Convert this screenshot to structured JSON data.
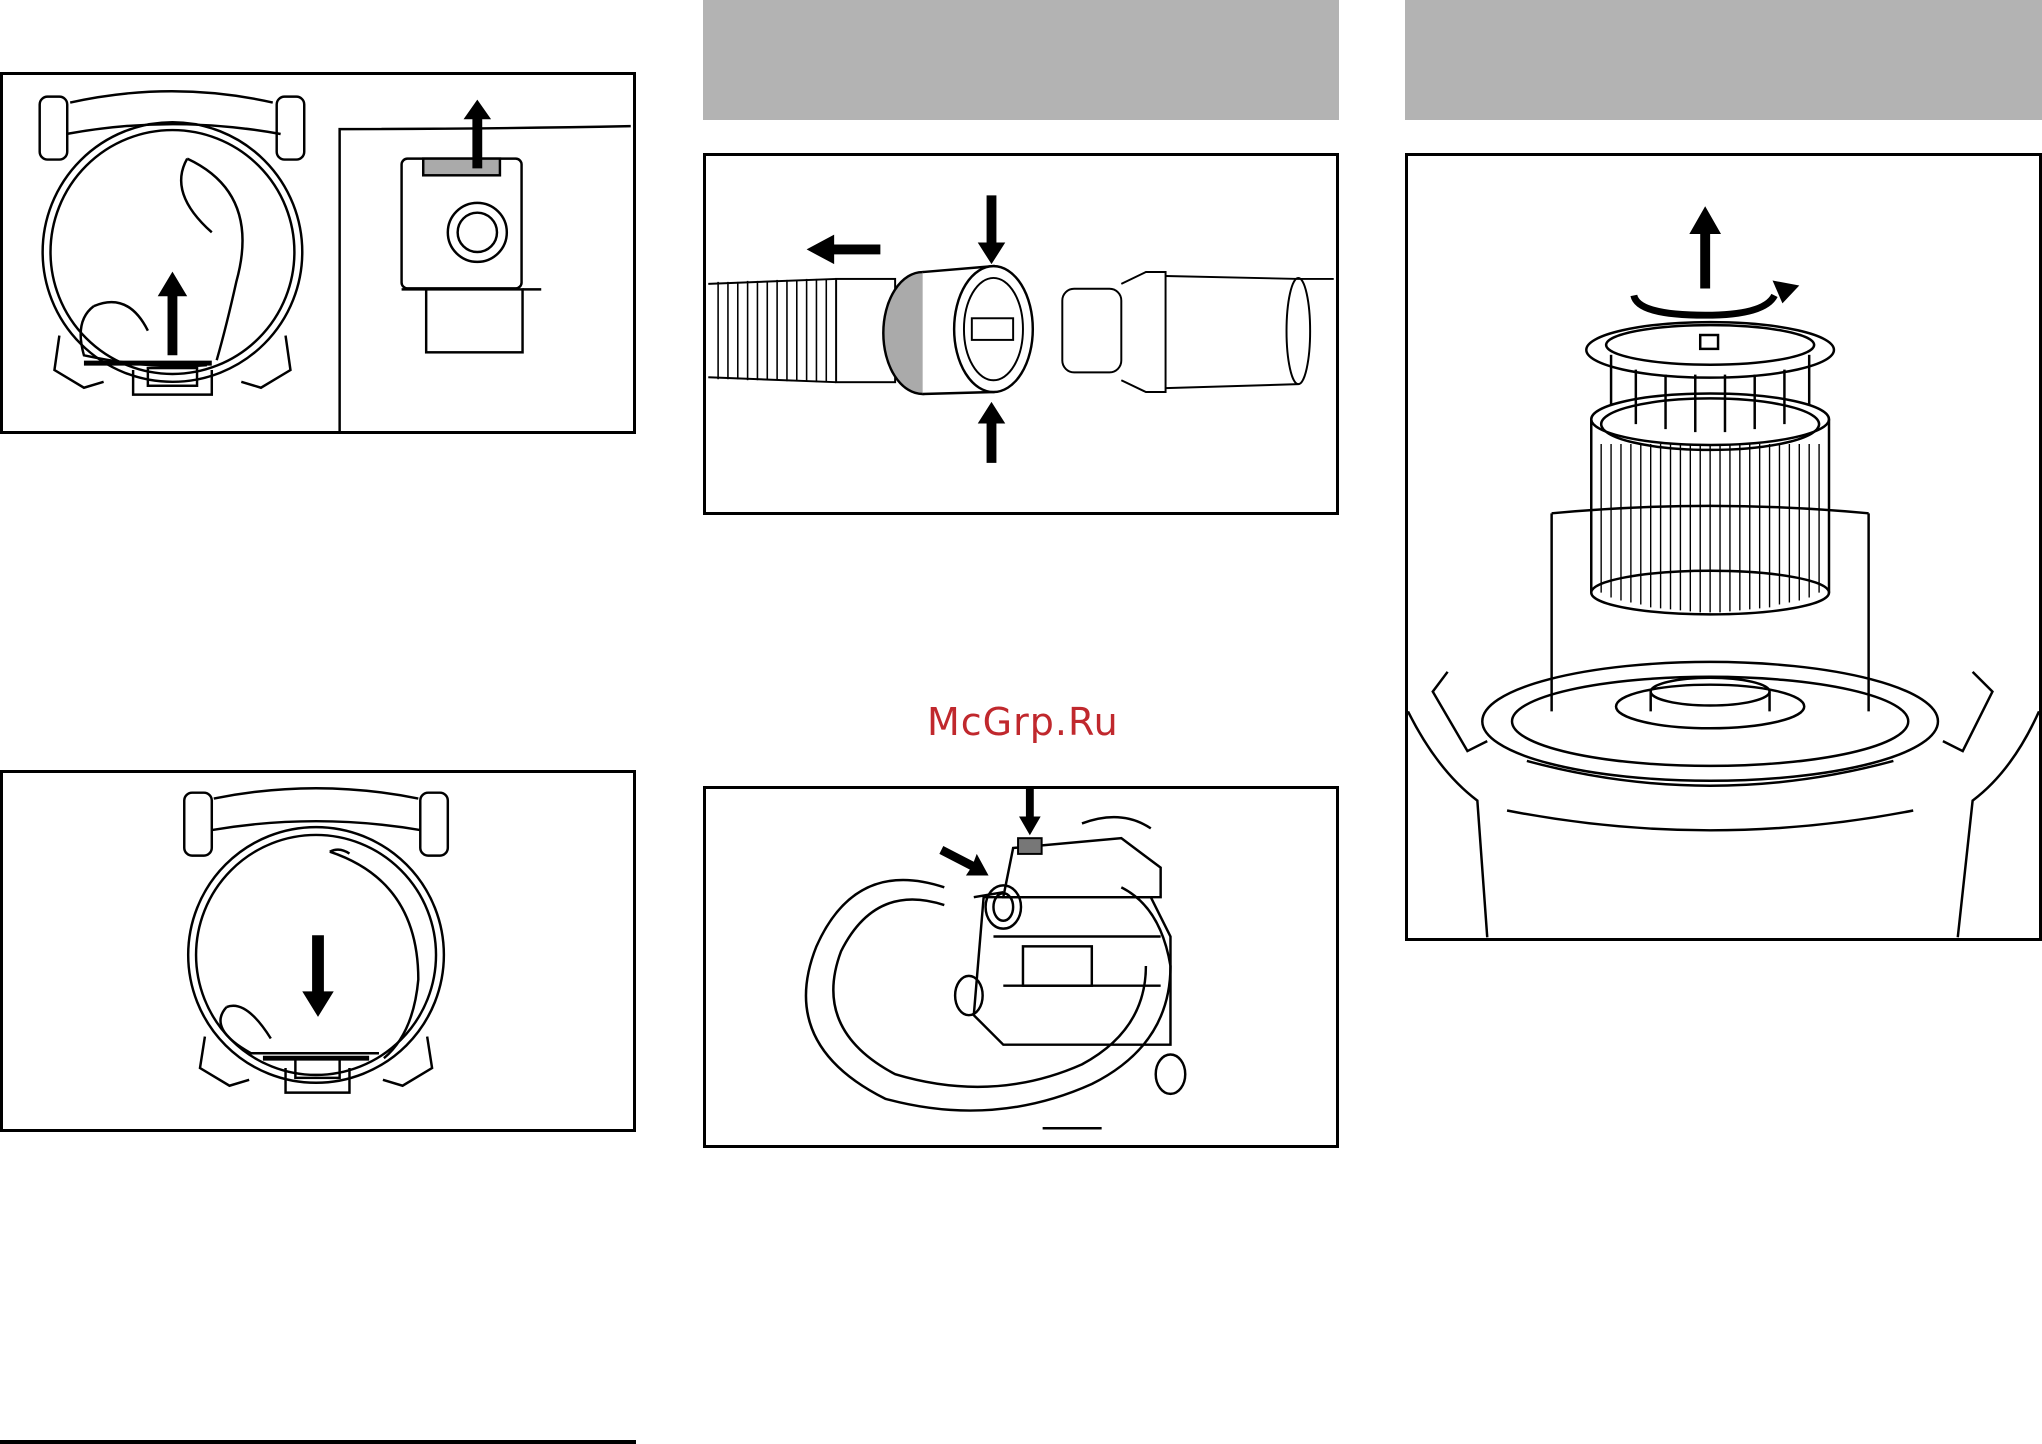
{
  "watermark": {
    "text": "McGrp.Ru",
    "color": "#c0282d"
  },
  "colors": {
    "header_bar": "#b3b3b3",
    "line": "#000000",
    "part_gray": "#aaaaaa"
  },
  "figures": [
    {
      "name": "dust-bag-removal",
      "arrows": [
        "up-arrow",
        "up-arrow"
      ]
    },
    {
      "name": "hose-release",
      "arrows": [
        "left-arrow",
        "down-arrow",
        "up-arrow"
      ]
    },
    {
      "name": "vacuum-hose-attach",
      "arrows": [
        "down-arrow",
        "diagonal-arrow"
      ]
    },
    {
      "name": "dust-bag-insert",
      "arrows": [
        "down-arrow"
      ]
    },
    {
      "name": "filter-removal",
      "arrows": [
        "up-arrow",
        "rotate-arrow"
      ]
    }
  ]
}
